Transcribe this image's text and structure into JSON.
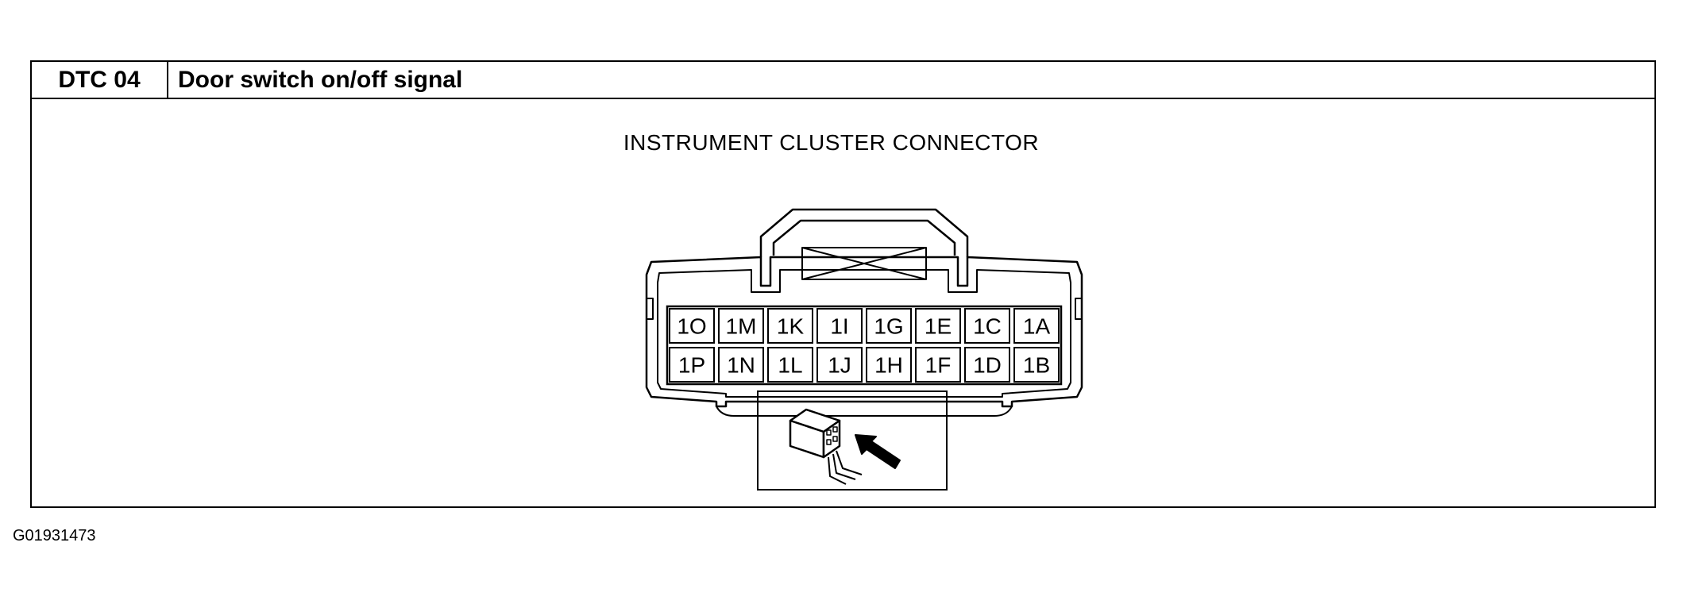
{
  "header": {
    "code": "DTC 04",
    "title": "Door switch on/off signal"
  },
  "connector": {
    "title": "INSTRUMENT CLUSTER CONNECTOR",
    "top_row": [
      "1O",
      "1M",
      "1K",
      "1I",
      "1G",
      "1E",
      "1C",
      "1A"
    ],
    "bottom_row": [
      "1P",
      "1N",
      "1L",
      "1J",
      "1H",
      "1F",
      "1D",
      "1B"
    ]
  },
  "icons": {
    "harness_side": "wire-harness-connector-icon",
    "arrow": "arrow-pointer-icon"
  },
  "footer": {
    "figure_id": "G01931473"
  }
}
